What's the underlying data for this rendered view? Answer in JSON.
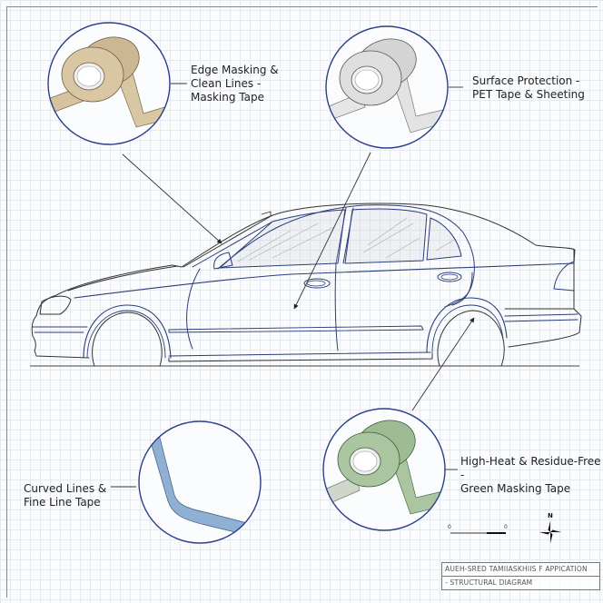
{
  "diagram": {
    "callouts": [
      {
        "id": "edge-masking",
        "text": "Edge Masking &\nClean Lines -\nMasking Tape",
        "tape_color": "#d9c7a3"
      },
      {
        "id": "surface-protection",
        "text": "Surface Protection -\nPET Tape & Sheeting",
        "tape_color": "#dcdcdc"
      },
      {
        "id": "high-heat",
        "text": "High-Heat & Residue-Free -\nGreen Masking Tape",
        "tape_color": "#a9c6a0"
      },
      {
        "id": "curved-lines",
        "text": "Curved Lines &\nFine Line Tape",
        "tape_color": "#8fb0d3"
      }
    ],
    "scale_bar": {
      "start_label": "0",
      "end_label": "0"
    },
    "compass": {
      "north_label": "N"
    },
    "title_block": {
      "line1": "AUEH-SRED TAMIIASKHIIS F APPICATION",
      "line2": "- STRUCTURAL DIAGRAM"
    },
    "colors": {
      "car_outline": "#2b3d7a",
      "circle_stroke": "#2a3f8a",
      "leader_line": "#333333",
      "grid": "#e6eaf0"
    }
  }
}
